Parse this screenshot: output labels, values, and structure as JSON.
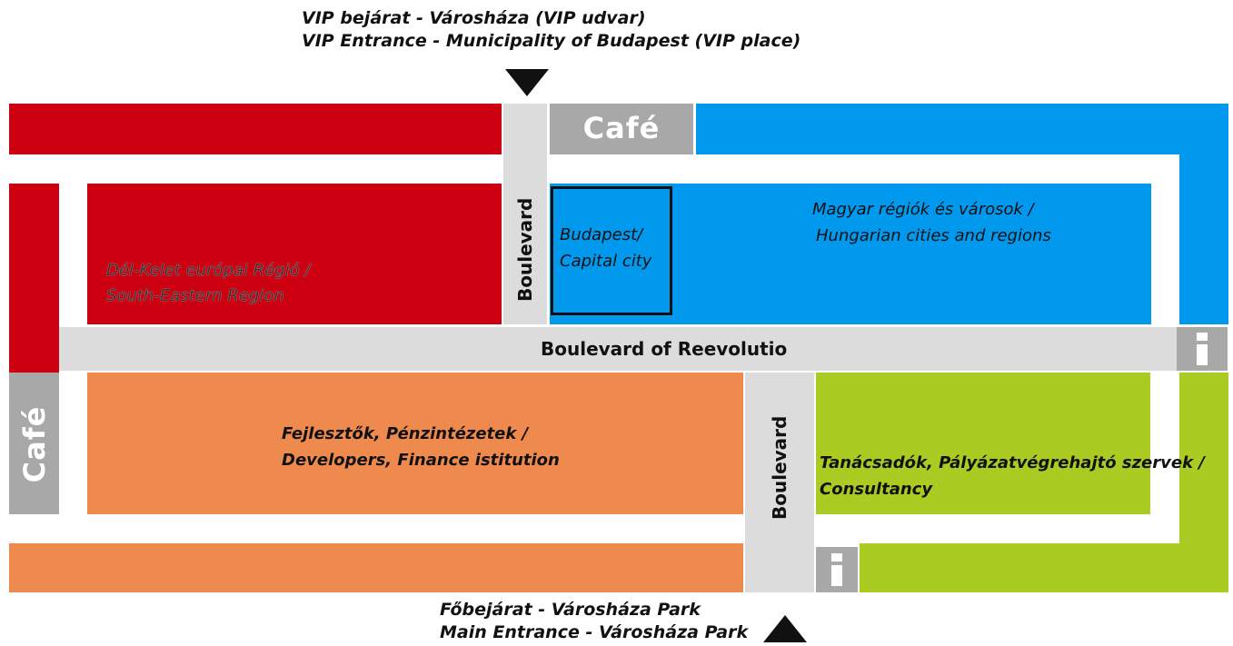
{
  "top_entrance": {
    "line1": "VIP bejárat - Városháza (VIP udvar)",
    "line2": "VIP Entrance - Municipality of Budapest (VIP place)"
  },
  "bottom_entrance": {
    "line1": "Főbejárat - Városháza Park",
    "line2": "Main Entrance - Városháza Park"
  },
  "cafes": {
    "top": "Café",
    "left": "Café"
  },
  "roads": {
    "main": "Boulevard of Reevolutio",
    "upper": "Boulevard",
    "lower": "Boulevard"
  },
  "zones": {
    "south_eastern": {
      "line1": "Dél-Kelet európai Régió /",
      "line2": "South-Eastern Region",
      "color": "#cc0011"
    },
    "budapest": {
      "line1": "Budapest/",
      "line2": "Capital city",
      "color": "#0099ee"
    },
    "hungarian": {
      "line1": "Magyar régiók és városok /",
      "line2": "Hungarian cities and regions",
      "color": "#0099ee"
    },
    "developers": {
      "line1": "Fejlesztők, Pénzintézetek /",
      "line2": "Developers, Finance istitution",
      "color": "#ee8a4d"
    },
    "consultancy": {
      "line1": "Tanácsadók, Pályázatvégrehajtó szervek /",
      "line2": "Consultancy",
      "color": "#aacc22"
    }
  },
  "icons": {
    "info_upper": "info-icon",
    "info_lower": "info-icon",
    "entrance_top": "arrow-down-icon",
    "entrance_bottom": "arrow-up-icon"
  }
}
